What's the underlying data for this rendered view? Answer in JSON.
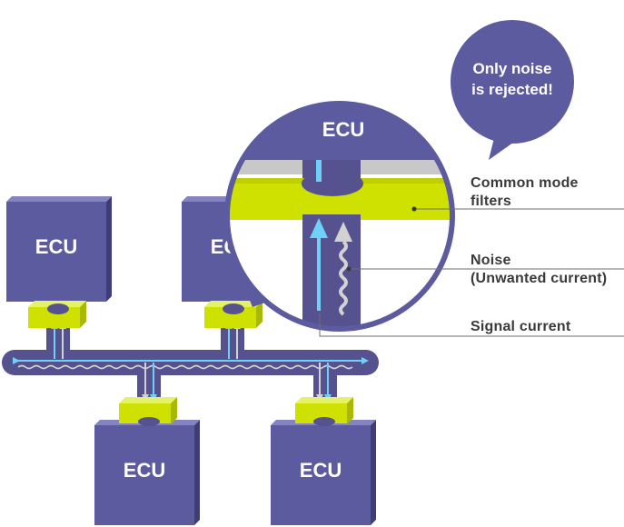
{
  "ecu_label": "ECU",
  "callout": {
    "line1": "Only noise",
    "line2": "is rejected!"
  },
  "labels": {
    "filters_line1": "Common mode",
    "filters_line2": "filters",
    "noise_line1": "Noise",
    "noise_line2": "(Unwanted current)",
    "signal": "Signal current"
  },
  "colors": {
    "ecu": "#5d5ba0",
    "bus": "#56528f",
    "filter": "#cfe100",
    "signal_arrow": "#6fd1f5",
    "noise_arrow": "#d2d2d2",
    "callout": "#5d5ba0"
  }
}
